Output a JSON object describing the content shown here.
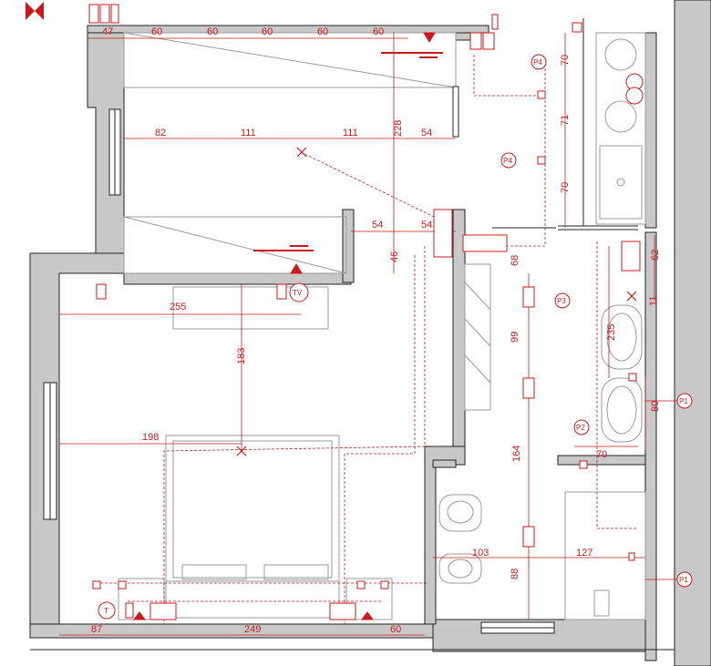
{
  "plan": {
    "colors": {
      "dimension": "#cc1a1a",
      "wall_fill": "#c8c8c8",
      "wall_stroke": "#222222",
      "furniture": "#9a9a9a",
      "background": "#ffffff"
    },
    "dimensions": [
      "47",
      "60",
      "60",
      "60",
      "60",
      "60",
      "82",
      "111",
      "111",
      "54",
      "228",
      "54",
      "54",
      "46",
      "255",
      "183",
      "198",
      "87",
      "249",
      "60",
      "70",
      "71",
      "70",
      "68",
      "99",
      "164",
      "88",
      "103",
      "127",
      "62",
      "11",
      "235",
      "80",
      "70"
    ],
    "tags": {
      "p4_upper": "P4",
      "p4_lower": "P4",
      "p3": "P3",
      "p2": "P2",
      "p1_upper": "P1",
      "p1_lower": "P1",
      "tv": "TV",
      "t": "T"
    },
    "icons": [
      "north-marker-icon",
      "tv-outlet-icon",
      "thermostat-icon",
      "light-point-icon",
      "socket-icon",
      "switch-icon"
    ]
  }
}
